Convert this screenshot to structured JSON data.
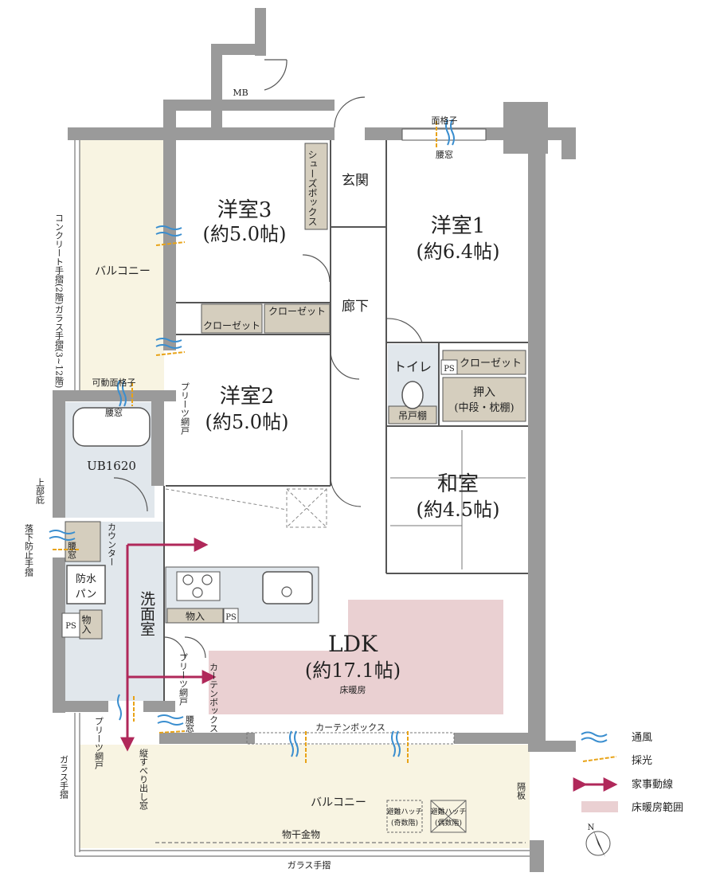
{
  "rooms": {
    "western3": {
      "name": "洋室3",
      "size": "(約5.0帖)"
    },
    "western1": {
      "name": "洋室1",
      "size": "(約6.4帖)"
    },
    "western2": {
      "name": "洋室2",
      "size": "(約5.0帖)"
    },
    "japanese": {
      "name": "和室",
      "size": "(約4.5帖)"
    },
    "ldk": {
      "name": "LDK",
      "size": "(約17.1帖)",
      "floor_heating": "床暖房"
    },
    "entrance": "玄関",
    "corridor": "廊下",
    "toilet": "トイレ",
    "washroom": "洗面室",
    "bath": "UB1620",
    "balcony_west": "バルコニー",
    "balcony_south": "バルコニー"
  },
  "fixtures": {
    "mb": "MB",
    "shoe_box": "シューズボックス",
    "closet_w3": "クローゼット",
    "closet_w2": "クローゼット",
    "closet_w1": "クローゼット",
    "oshiire_line1": "押入",
    "oshiire_line2": "(中段・枕棚)",
    "hanging_shelf": "吊戸棚",
    "ps_toilet": "PS",
    "ps_kitchen": "PS",
    "ps_wash": "PS",
    "storage_kitchen": "物入",
    "storage_wash": "物入",
    "waterproof_pan_1": "防水",
    "waterproof_pan_2": "パン",
    "counter": "カウンター",
    "curtain_box_v": "カーテンボックス",
    "curtain_box_h": "カーテンボックス",
    "hatch1_l1": "避難ハッチ",
    "hatch1_l2": "(奇数階)",
    "hatch2_l1": "避難ハッチ",
    "hatch2_l2": "(偶数階)",
    "drying_rack": "物干金物",
    "partition": "隔板"
  },
  "windows": {
    "face_lattice": "面格子",
    "waist_window_top": "腰窓",
    "movable_lattice": "可動面格子",
    "waist_window_bath": "腰窓",
    "waist_window_wash": "腰窓",
    "waist_window_ldk": "腰窓",
    "pleated_screen_1": "プリーツ網戸",
    "pleated_screen_2": "プリーツ網戸",
    "pleated_screen_3": "プリーツ網戸",
    "vertical_slide": "縦すべり出し窓"
  },
  "exterior": {
    "railing_west": "コンクリート手摺(2階)ガラス手摺(3~12階)",
    "upper_eave": "上部庇",
    "fall_prevention": "落下防止手摺",
    "glass_railing_sw": "ガラス手摺",
    "glass_railing_bottom": "ガラス手摺"
  },
  "compass": "N",
  "legend": [
    {
      "label": "通風",
      "color": "#3a8ecf"
    },
    {
      "label": "採光",
      "color": "#e8a317"
    },
    {
      "label": "家事動線",
      "color": "#b0285a"
    },
    {
      "label": "床暖房範囲",
      "color": "#ead0d2"
    }
  ],
  "colors": {
    "wall": "#9a9a9a",
    "balcony": "#f8f4e2",
    "wet_area": "#e1e7ec",
    "storage": "#d5cebe",
    "heating": "#ead0d2",
    "flow": "#b0285a"
  }
}
